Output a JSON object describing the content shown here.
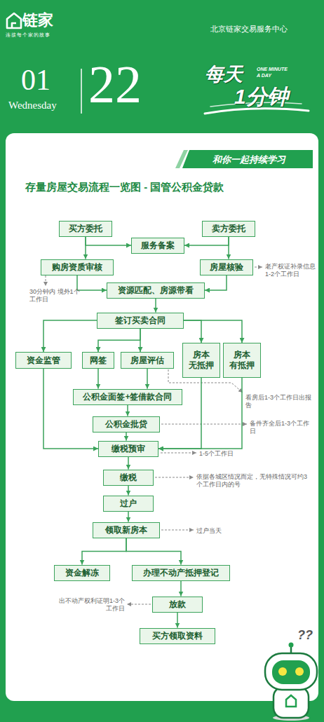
{
  "diagram": {
    "title": "存量房屋交易流程一览图 - 国管公积金贷款",
    "nodes": [
      {
        "text": [
          "买方委托"
        ]
      },
      {
        "text": [
          "卖方委托"
        ]
      },
      {
        "text": [
          "服务备案"
        ]
      },
      {
        "text": [
          "购房资质审核"
        ]
      },
      {
        "text": [
          "房屋核验"
        ]
      },
      {
        "text": [
          "资源匹配、房源带看"
        ]
      },
      {
        "text": [
          "签订买卖合同"
        ]
      },
      {
        "text": [
          "资金监管"
        ]
      },
      {
        "text": [
          "网签"
        ]
      },
      {
        "text": [
          "房屋评估"
        ]
      },
      {
        "text": [
          "房本 无抵押"
        ]
      },
      {
        "text": [
          "房本 有抵押"
        ]
      },
      {
        "text": [
          "公积金面签+签借款合同"
        ]
      },
      {
        "text": [
          "公积金批贷"
        ]
      },
      {
        "text": [
          "缴税预审"
        ]
      },
      {
        "text": [
          "缴税"
        ]
      },
      {
        "text": [
          "过户"
        ]
      },
      {
        "text": [
          "领取新房本"
        ]
      },
      {
        "text": [
          "资金解冻"
        ]
      },
      {
        "text": [
          "办理不动产抵押登记"
        ]
      },
      {
        "text": [
          "放款"
        ]
      },
      {
        "text": [
          "买方领取资料"
        ]
      }
    ],
    "edges": [
      {
        "from": 0,
        "to": 2,
        "arrow": "to"
      },
      {
        "from": 1,
        "to": 2,
        "arrow": "to"
      },
      {
        "from": 0,
        "to": 3,
        "arrow": "to"
      },
      {
        "from": 1,
        "to": 4,
        "arrow": "to"
      },
      {
        "from": 3,
        "to": 5,
        "arrow": "to"
      },
      {
        "from": 4,
        "to": 5,
        "arrow": "to"
      },
      {
        "from": 5,
        "to": 6,
        "arrow": "to"
      },
      {
        "from": 6,
        "to": 7,
        "arrow": "to"
      },
      {
        "from": 6,
        "to": 8,
        "arrow": "to"
      },
      {
        "from": 6,
        "to": 9,
        "arrow": "to"
      },
      {
        "from": 6,
        "to": 10,
        "arrow": "to"
      },
      {
        "from": 6,
        "to": 11,
        "arrow": "to"
      },
      {
        "from": 8,
        "to": 12,
        "arrow": "to"
      },
      {
        "from": 9,
        "to": 12,
        "arrow": "to"
      },
      {
        "from": 12,
        "to": 13,
        "arrow": "to"
      },
      {
        "from": 13,
        "to": 14,
        "arrow": "to"
      },
      {
        "from": 7,
        "to": 14,
        "arrow": "to"
      },
      {
        "from": 10,
        "to": 14,
        "arrow": "to"
      },
      {
        "from": 11,
        "to": 14,
        "arrow": "to"
      },
      {
        "from": 14,
        "to": 15,
        "arrow": "to"
      },
      {
        "from": 15,
        "to": 16,
        "arrow": "to"
      },
      {
        "from": 16,
        "to": 17,
        "arrow": "to"
      },
      {
        "from": 17,
        "to": 18,
        "arrow": "to"
      },
      {
        "from": 17,
        "to": 19,
        "arrow": "to"
      },
      {
        "from": 19,
        "to": 20,
        "arrow": "to"
      },
      {
        "from": 20,
        "to": 21,
        "arrow": "to"
      }
    ],
    "labels": [
      "链家",
      "连接每个家的故事",
      "北京链家交易服务中心",
      "01",
      "Wednesday",
      "22",
      "每天",
      "ONE MINUTE A DAY",
      "1分钟",
      "和你一起持续学习",
      "老产权证补录信息1-2个工作日",
      "30分钟内 境外1个工作日",
      "看房后1-3个工作日出报告",
      "备件齐全后1-3个工作日",
      "1-5个工作日",
      "依据各城区情况而定，无特殊情况可约3个工作日内的号",
      "过户当天",
      "出不动产权利证明1-3个工作日",
      "??"
    ]
  }
}
